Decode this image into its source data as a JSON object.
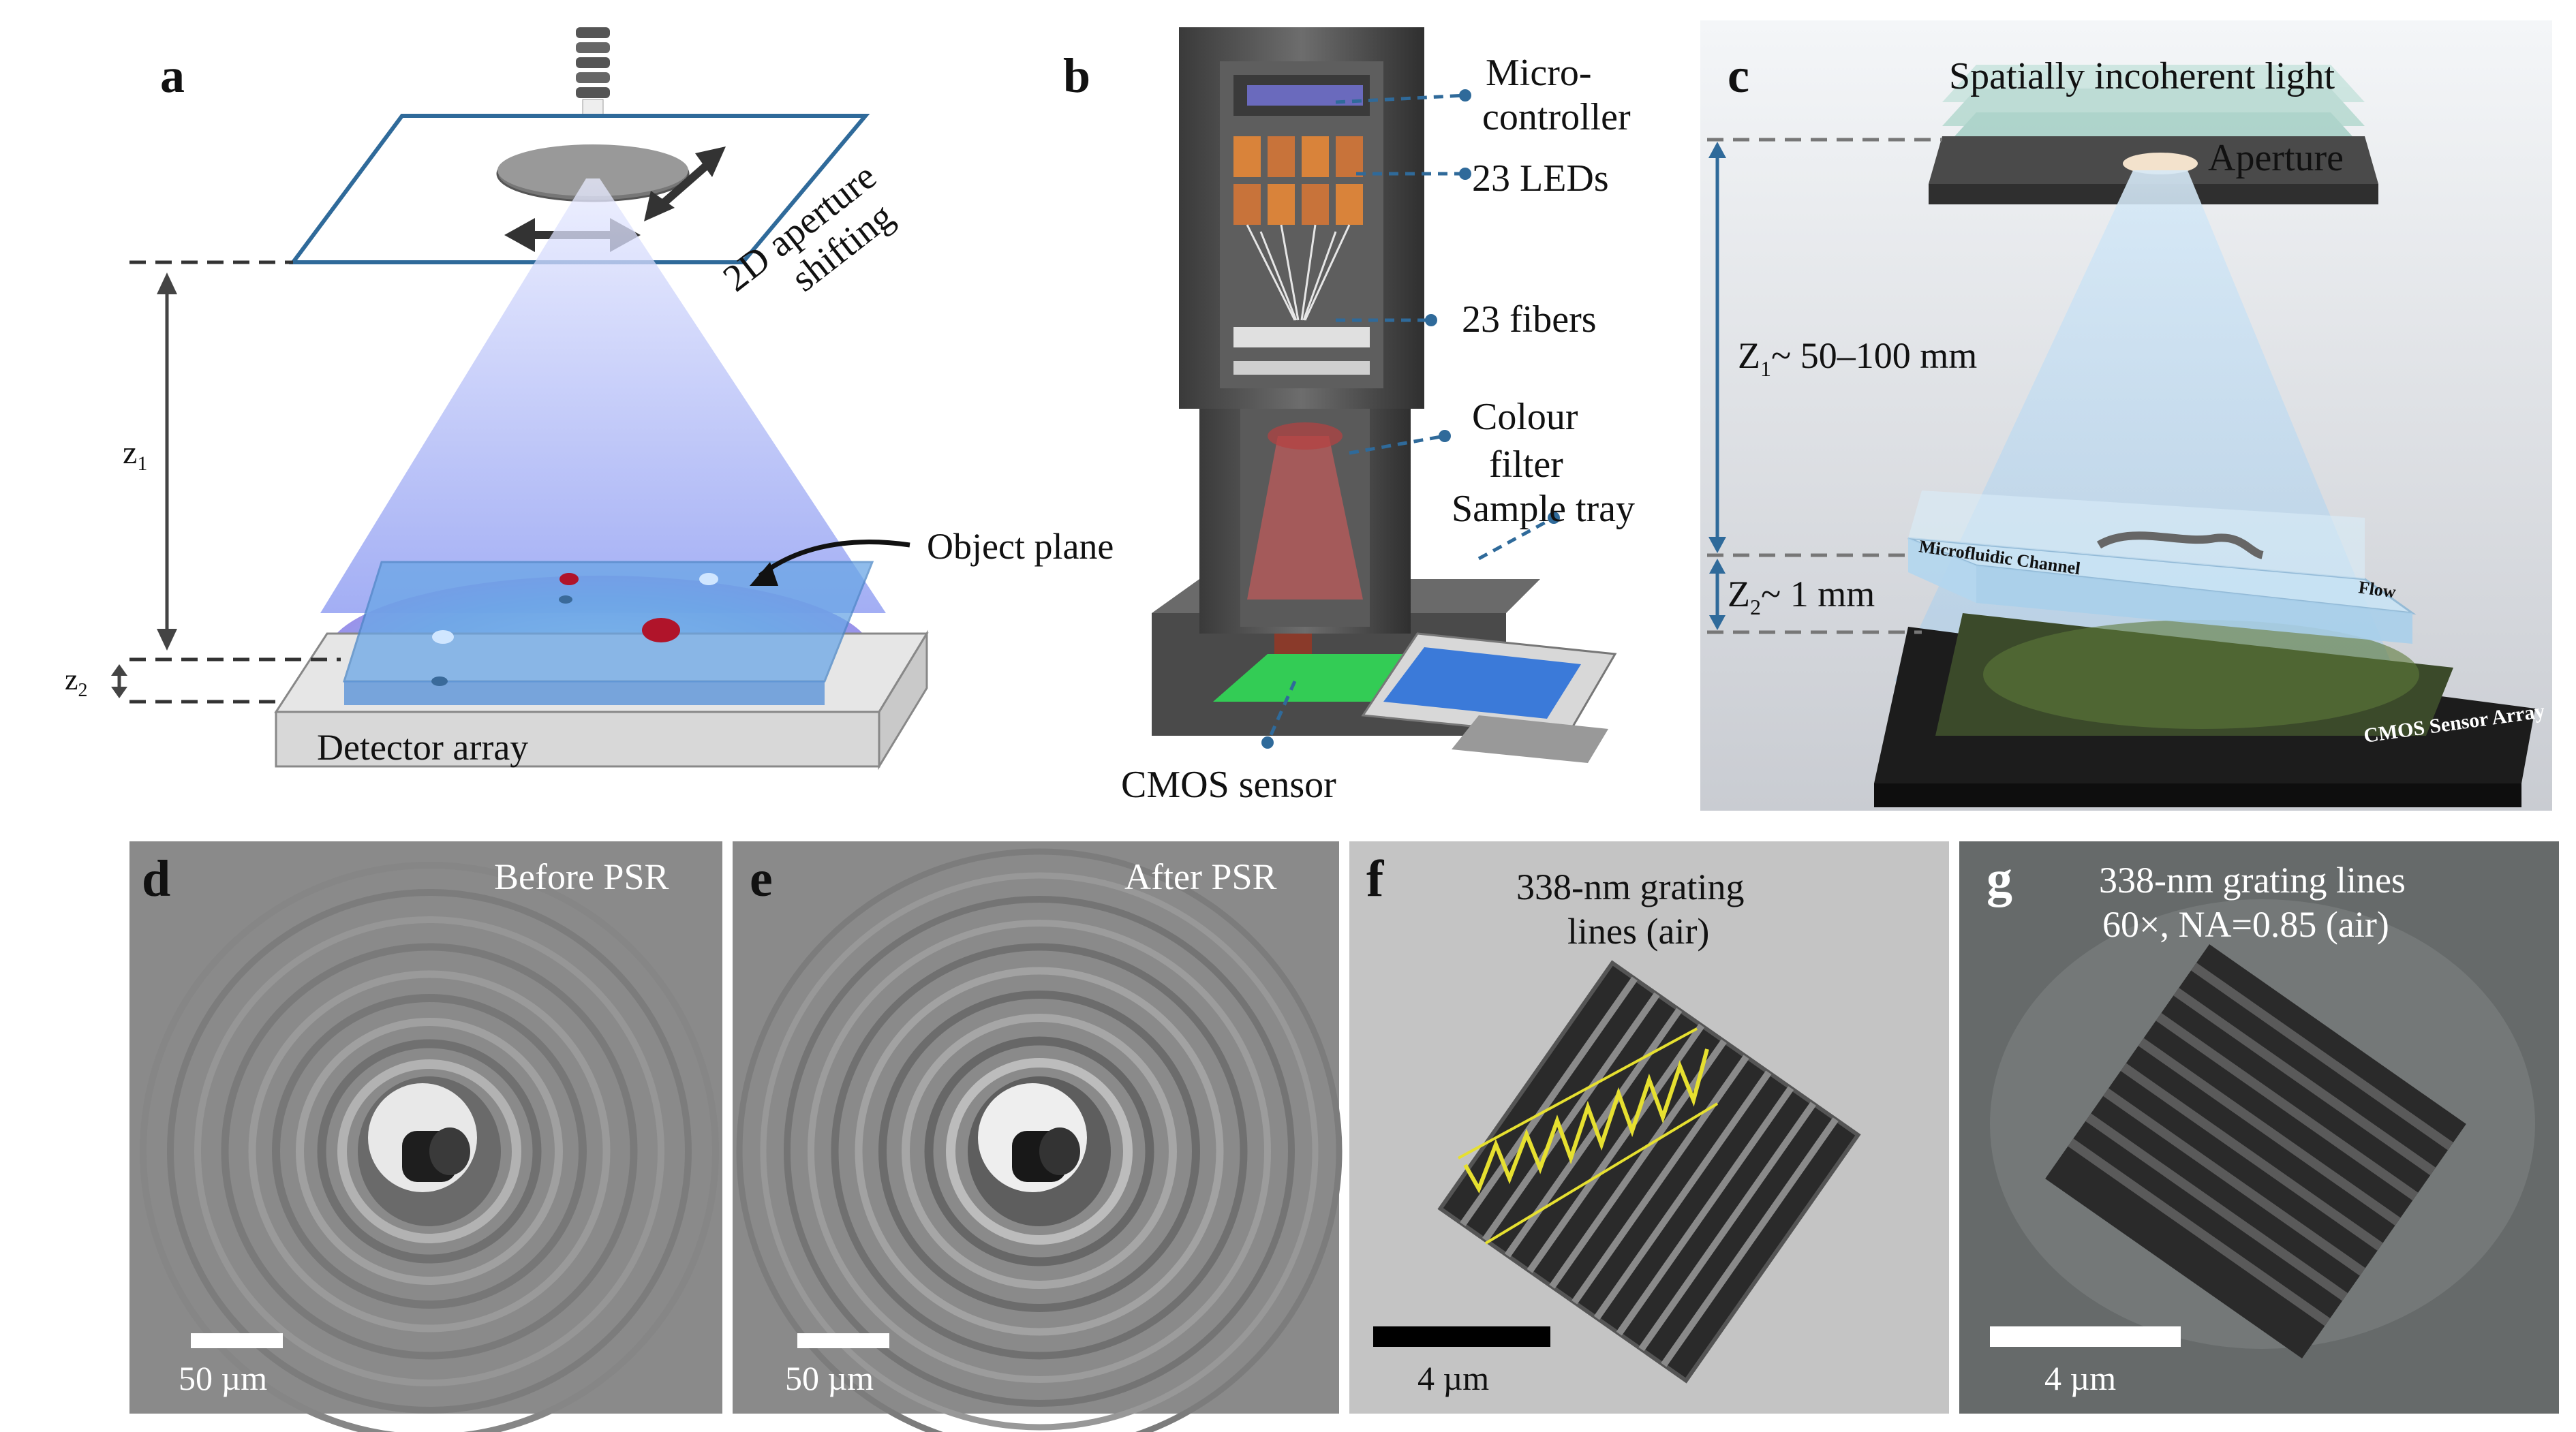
{
  "panels": {
    "a": {
      "letter": "a",
      "aperture_label_line1": "2D aperture",
      "aperture_label_line2": "shifting",
      "z1_label": "z",
      "z1_sub": "1",
      "z2_label": "z",
      "z2_sub": "2",
      "object_plane_label": "Object plane",
      "detector_label": "Detector array"
    },
    "b": {
      "letter": "b",
      "micro_line1": "Micro-",
      "micro_line2": "controller",
      "leds_label": "23 LEDs",
      "fibers_label": "23 fibers",
      "colour_line1": "Colour",
      "colour_line2": "filter",
      "sample_tray_label": "Sample tray",
      "cmos_label": "CMOS sensor"
    },
    "c": {
      "letter": "c",
      "light_label": "Spatially incoherent light",
      "aperture_label": "Aperture",
      "z1_label": "Z",
      "z1_sub": "1",
      "z1_value": "~ 50–100 mm",
      "z2_label": "Z",
      "z2_sub": "2",
      "z2_value": "~ 1 mm",
      "channel_label": "Microfluidic Channel",
      "flow_label": "Flow",
      "sensor_label": "CMOS Sensor Array"
    },
    "d": {
      "letter": "d",
      "title": "Before PSR",
      "scale_label": "50 µm"
    },
    "e": {
      "letter": "e",
      "title": "After PSR",
      "scale_label": "50 µm"
    },
    "f": {
      "letter": "f",
      "title_line1": "338-nm grating",
      "title_line2": "lines (air)",
      "scale_label": "4 µm"
    },
    "g": {
      "letter": "g",
      "title_line1": "338-nm grating lines",
      "title_line2": "60×, NA=0.85 (air)",
      "scale_label": "4 µm"
    }
  },
  "colors": {
    "cone_blue": "#7f8ff0",
    "frame_blue": "#2f6a9a",
    "led_orange": "#d9833a",
    "filter_red": "#d65a5a",
    "sensor_green": "#33cc55",
    "micrograph_gray": "#8a8a8a",
    "wave_yellow": "#e6e030"
  }
}
